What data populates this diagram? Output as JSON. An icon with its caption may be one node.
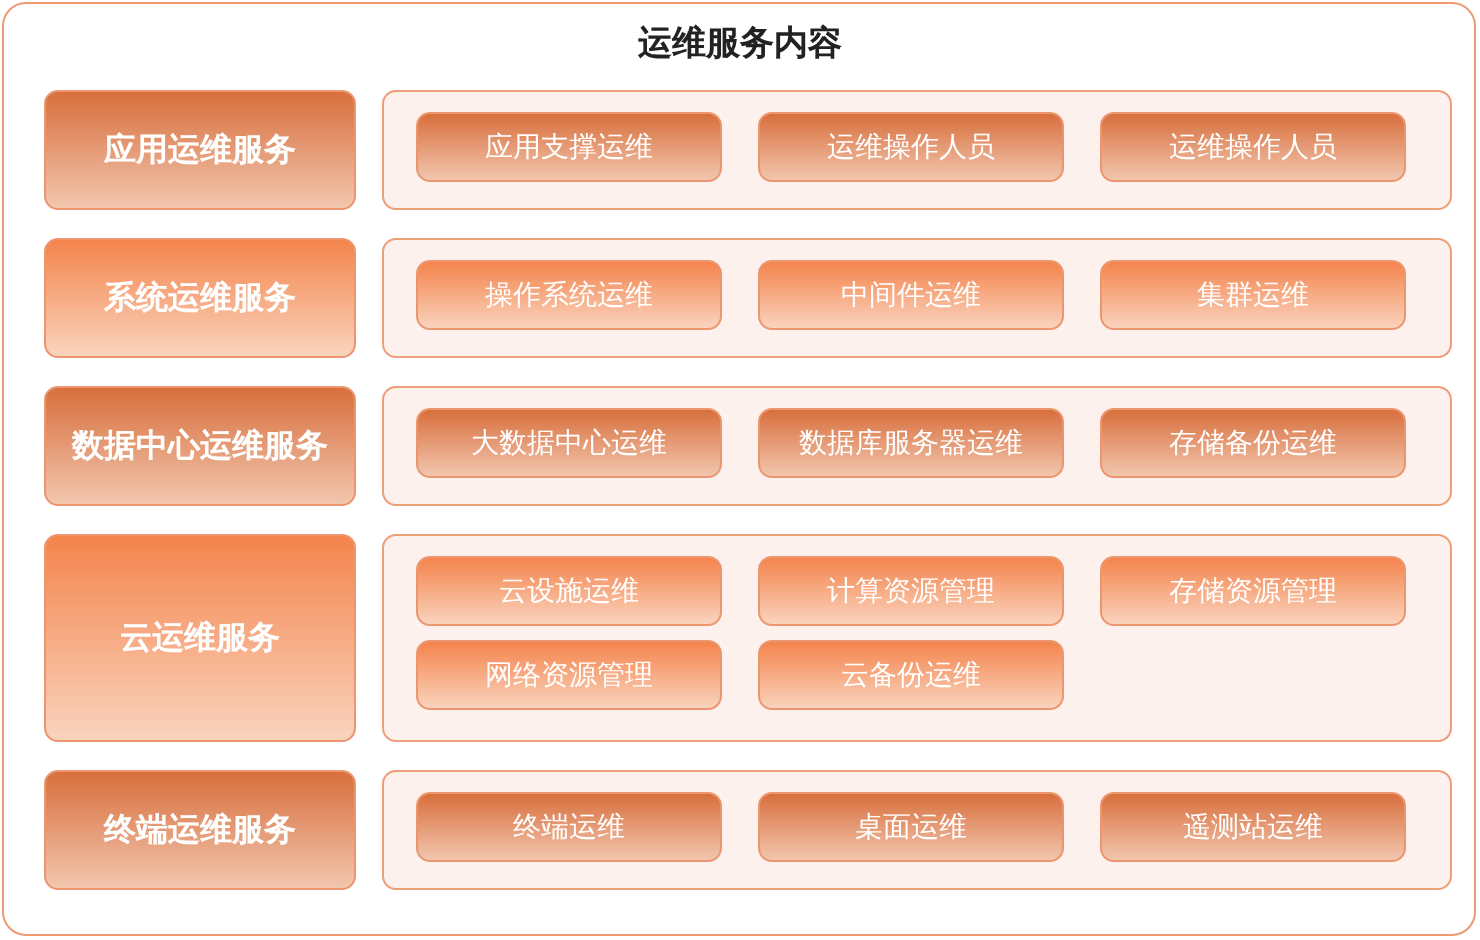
{
  "diagram": {
    "title": "运维服务内容",
    "nodes": [
      {
        "text": [
          "应用运维服务"
        ]
      },
      {
        "text": [],
        "shape": "box"
      },
      {
        "text": [
          "应用支撑运维"
        ],
        "in": 1
      },
      {
        "text": [
          "运维操作人员"
        ],
        "in": 1
      },
      {
        "text": [
          "运维操作人员"
        ],
        "in": 1
      },
      {
        "text": [
          "系统运维服务"
        ]
      },
      {
        "text": [],
        "shape": "box"
      },
      {
        "text": [
          "操作系统运维"
        ],
        "in": 6
      },
      {
        "text": [
          "中间件运维"
        ],
        "in": 6
      },
      {
        "text": [
          "集群运维"
        ],
        "in": 6
      },
      {
        "text": [
          "数据中心运维服务"
        ]
      },
      {
        "text": [],
        "shape": "box"
      },
      {
        "text": [
          "大数据中心运维"
        ],
        "in": 11
      },
      {
        "text": [
          "数据库服务器运维"
        ],
        "in": 11
      },
      {
        "text": [
          "存储备份运维"
        ],
        "in": 11
      },
      {
        "text": [
          "云运维服务"
        ]
      },
      {
        "text": [],
        "shape": "box"
      },
      {
        "text": [
          "云设施运维"
        ],
        "in": 16
      },
      {
        "text": [
          "计算资源管理"
        ],
        "in": 16
      },
      {
        "text": [
          "存储资源管理"
        ],
        "in": 16
      },
      {
        "text": [
          "网络资源管理"
        ],
        "in": 16
      },
      {
        "text": [
          "云备份运维"
        ],
        "in": 16
      },
      {
        "text": [
          "终端运维服务"
        ]
      },
      {
        "text": [],
        "shape": "box"
      },
      {
        "text": [
          "终端运维"
        ],
        "in": 23
      },
      {
        "text": [
          "桌面运维"
        ],
        "in": 23
      },
      {
        "text": [
          "遥测站运维"
        ],
        "in": 23
      }
    ]
  }
}
